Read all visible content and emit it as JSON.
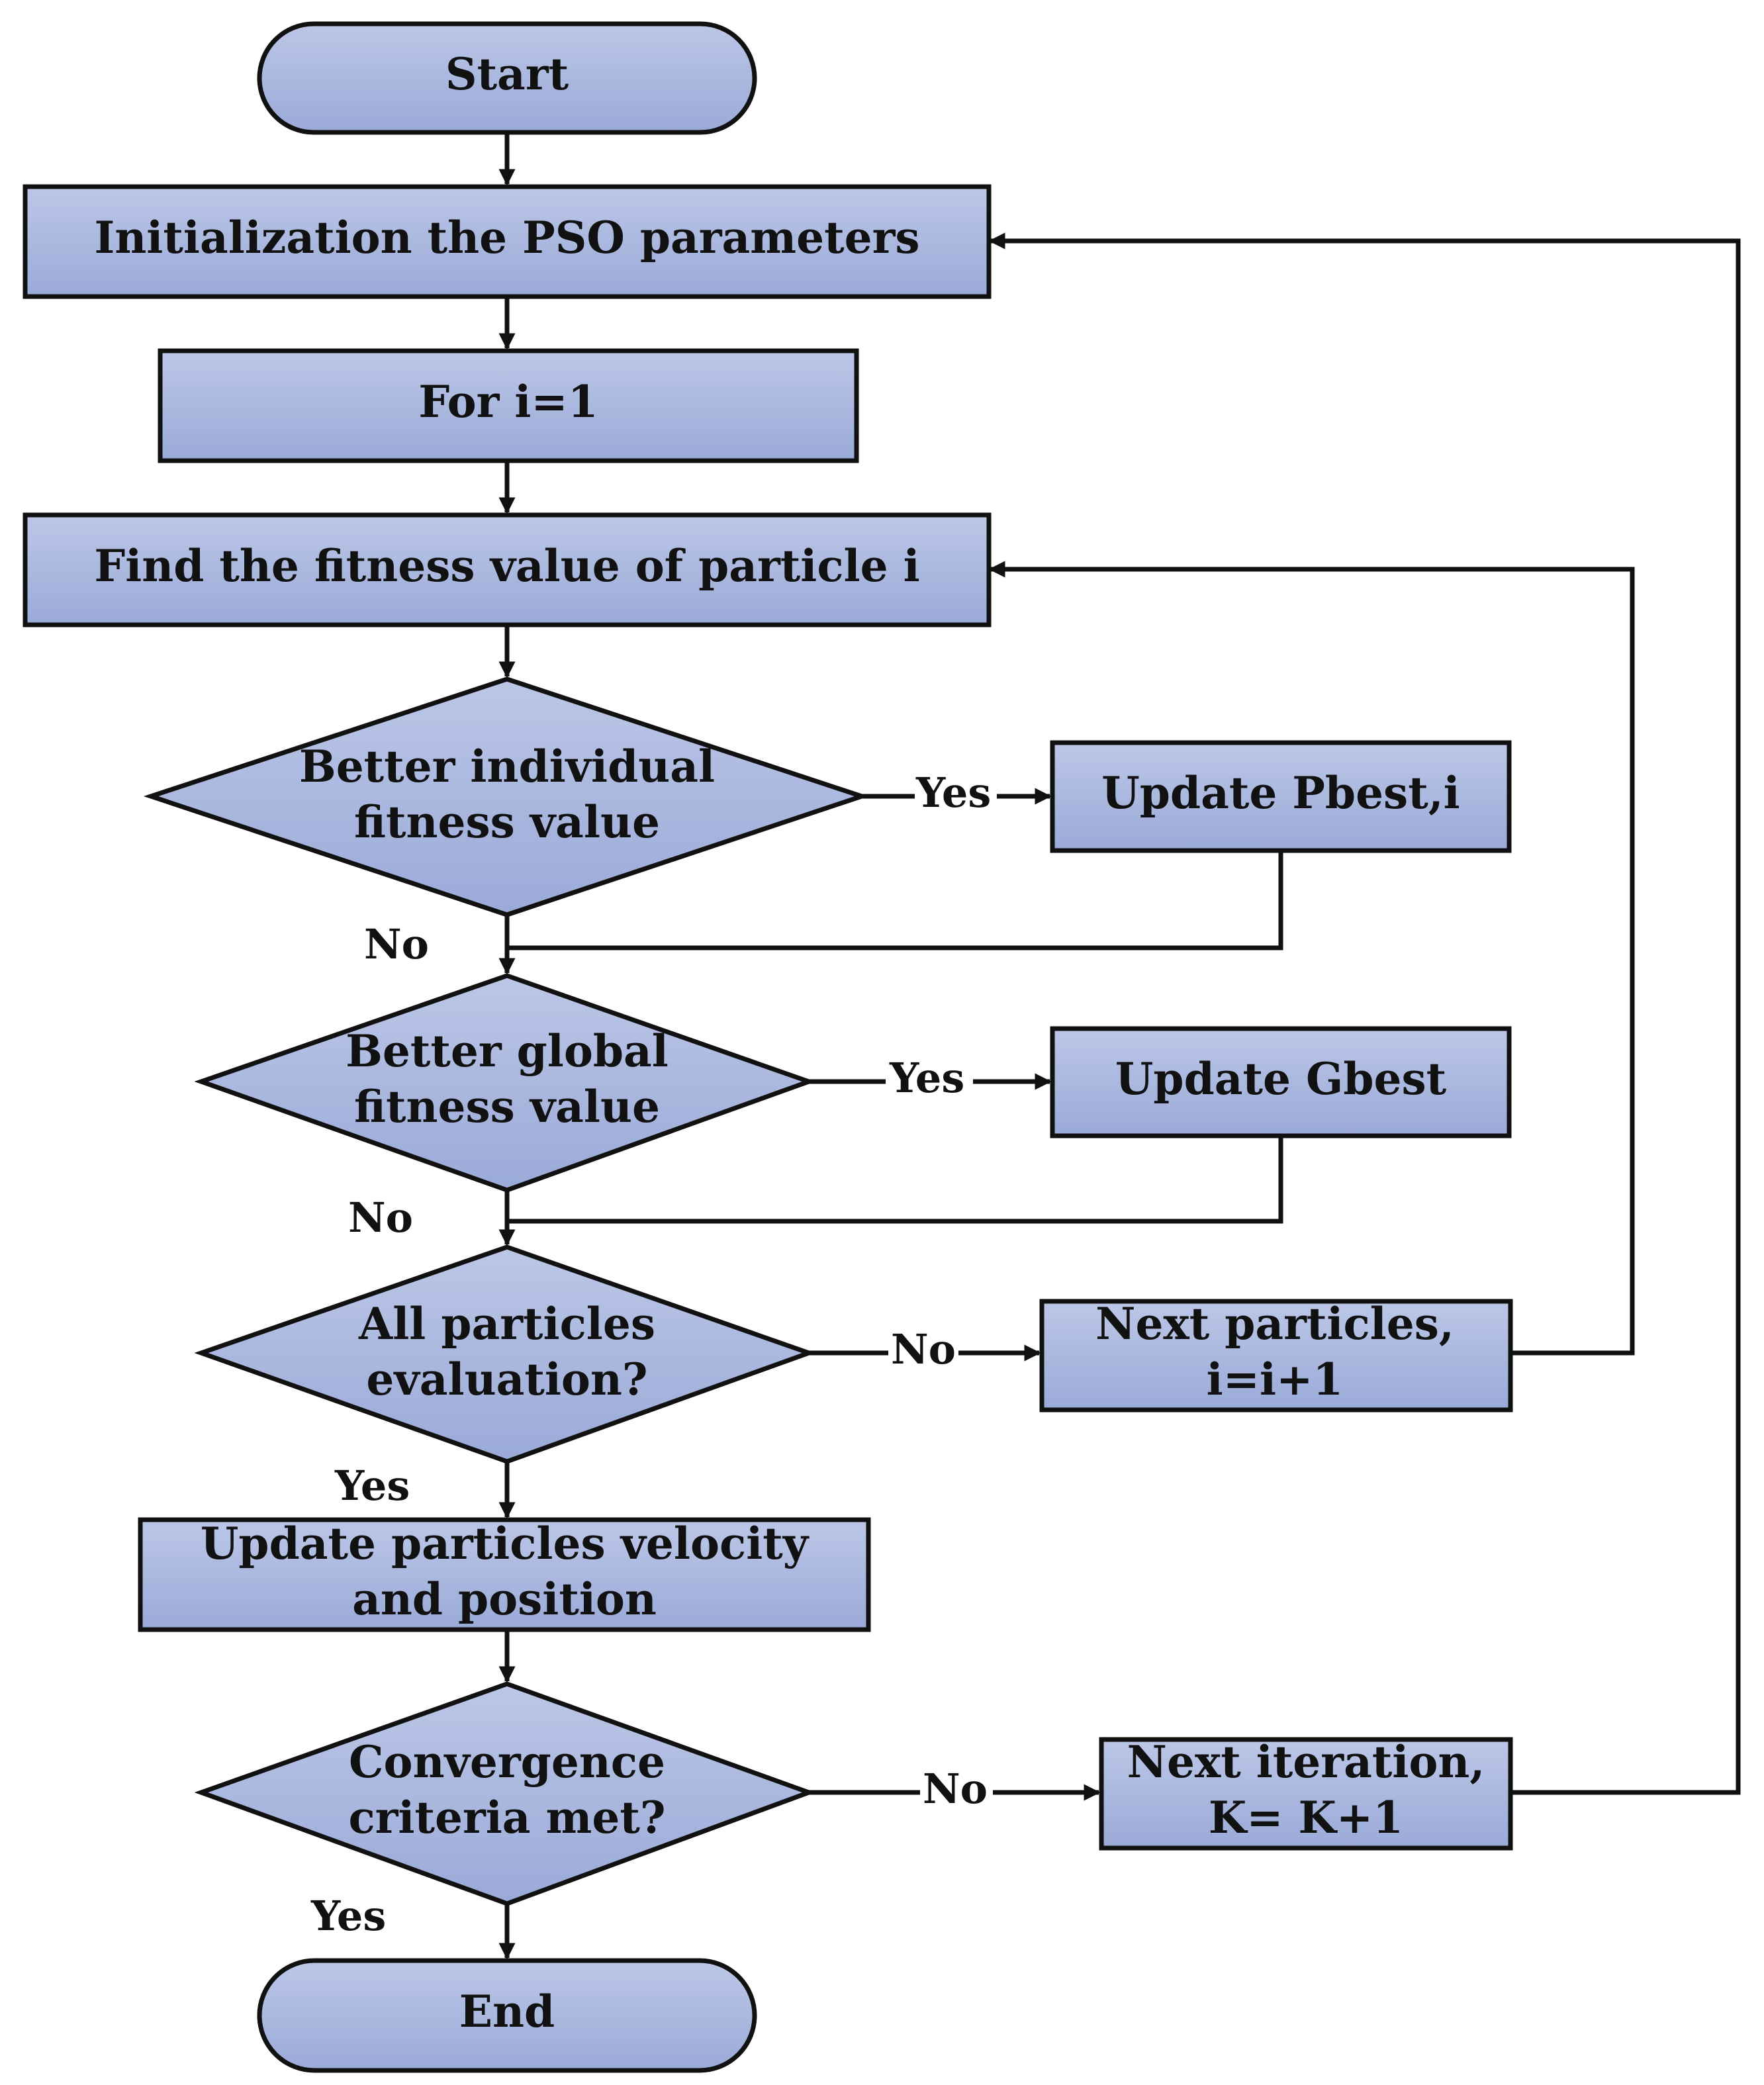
{
  "colors": {
    "node_fill_top": "#bcc7e7",
    "node_fill_bottom": "#9aaad8",
    "stroke": "#111111"
  },
  "nodes": {
    "start": "Start",
    "init": "Initialization the PSO parameters",
    "for_i": "For i=1",
    "fitness": "Find the fitness value of particle i",
    "better_individual": [
      "Better individual",
      "fitness value"
    ],
    "update_pbest": "Update Pbest,i",
    "better_global": [
      "Better global",
      "fitness value"
    ],
    "update_gbest": "Update Gbest",
    "all_particles": [
      "All particles",
      "evaluation?"
    ],
    "next_particles": [
      "Next particles,",
      "i=i+1"
    ],
    "update_velocity": [
      "Update particles velocity",
      "and position"
    ],
    "convergence": [
      "Convergence",
      "criteria met?"
    ],
    "next_iteration": [
      "Next iteration,",
      "K= K+1"
    ],
    "end": "End"
  },
  "edge_labels": {
    "individual_yes": "Yes",
    "individual_no": "No",
    "global_yes": "Yes",
    "global_no": "No",
    "all_no": "No",
    "all_yes": "Yes",
    "convergence_no": "No",
    "convergence_yes": "Yes"
  }
}
